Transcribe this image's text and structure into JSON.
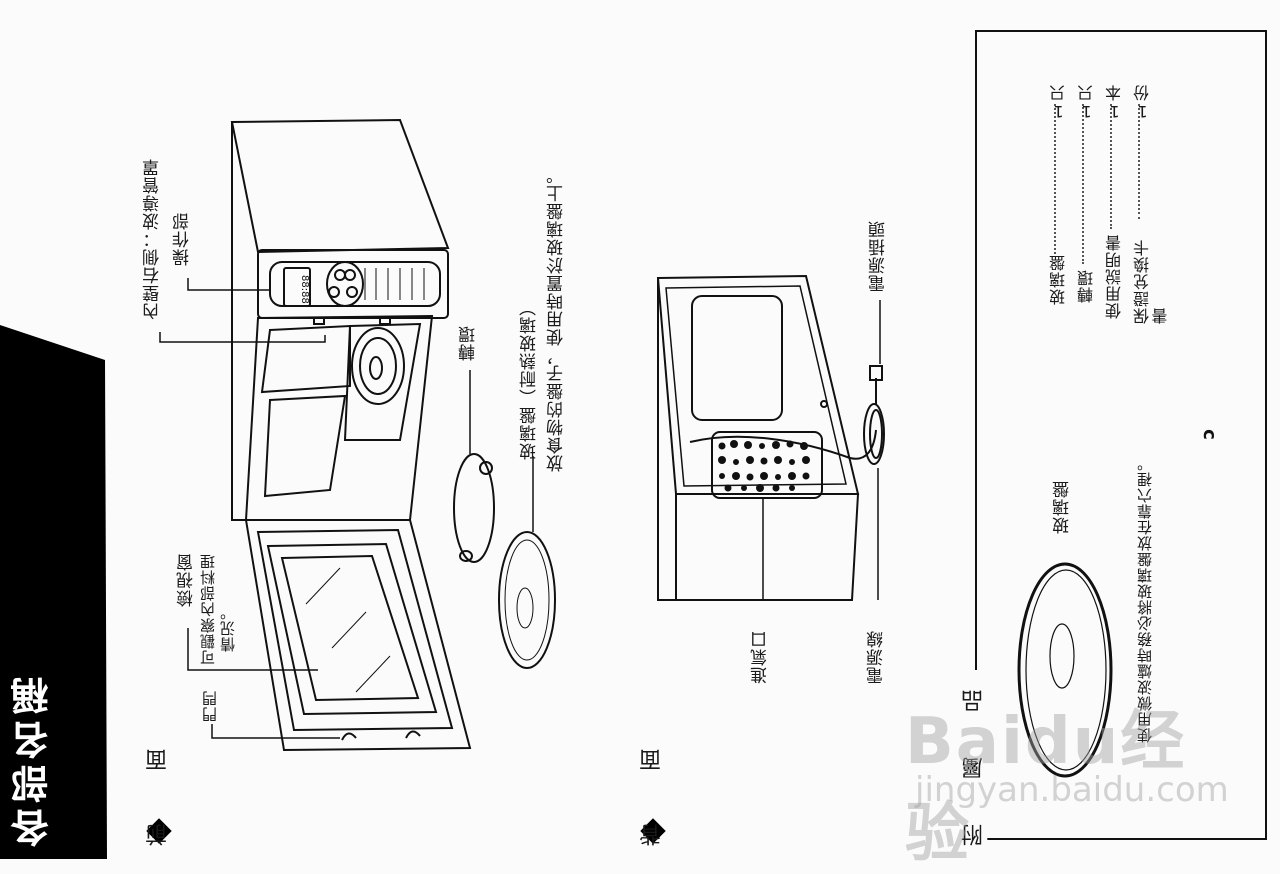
{
  "page": {
    "section_title": "各部名稱",
    "page_number_glyph": "c"
  },
  "front": {
    "heading": "前 面",
    "labels": {
      "waveguide_cover": "內壁右側：波導管罩",
      "control_panel": "操作部",
      "turntable_ring": "轉環",
      "glass_tray_title": "玻璃盤（耐熱玻璃）",
      "glass_tray_note": "放食物的盤子，使用時置於玻璃盤上。",
      "viewing_window_title": "檢視窗",
      "viewing_window_note_1": "可觀察內部料理",
      "viewing_window_note_2": "情況。",
      "door_latch": "門閂"
    },
    "display_readout": "88:88"
  },
  "back": {
    "heading": "背 面",
    "labels": {
      "power_plug": "電源插頭",
      "air_intake": "進氣口",
      "power_cord": "電源線"
    }
  },
  "accessories": {
    "heading": "附 屬 品",
    "items": [
      {
        "name": "玻璃盤",
        "qty": "1只"
      },
      {
        "name": "轉環",
        "qty": "1只"
      },
      {
        "name": "使用說明書",
        "qty": "1本"
      },
      {
        "name": "保證兌換卡書",
        "qty": "1份"
      }
    ],
    "illustration_label": "玻璃盤",
    "note": "使用微波爐時務必將玻璃盤放在靠穴裡。"
  },
  "watermark": {
    "brand": "Baidu",
    "product": "经验",
    "url": "jingyan.baidu.com"
  }
}
